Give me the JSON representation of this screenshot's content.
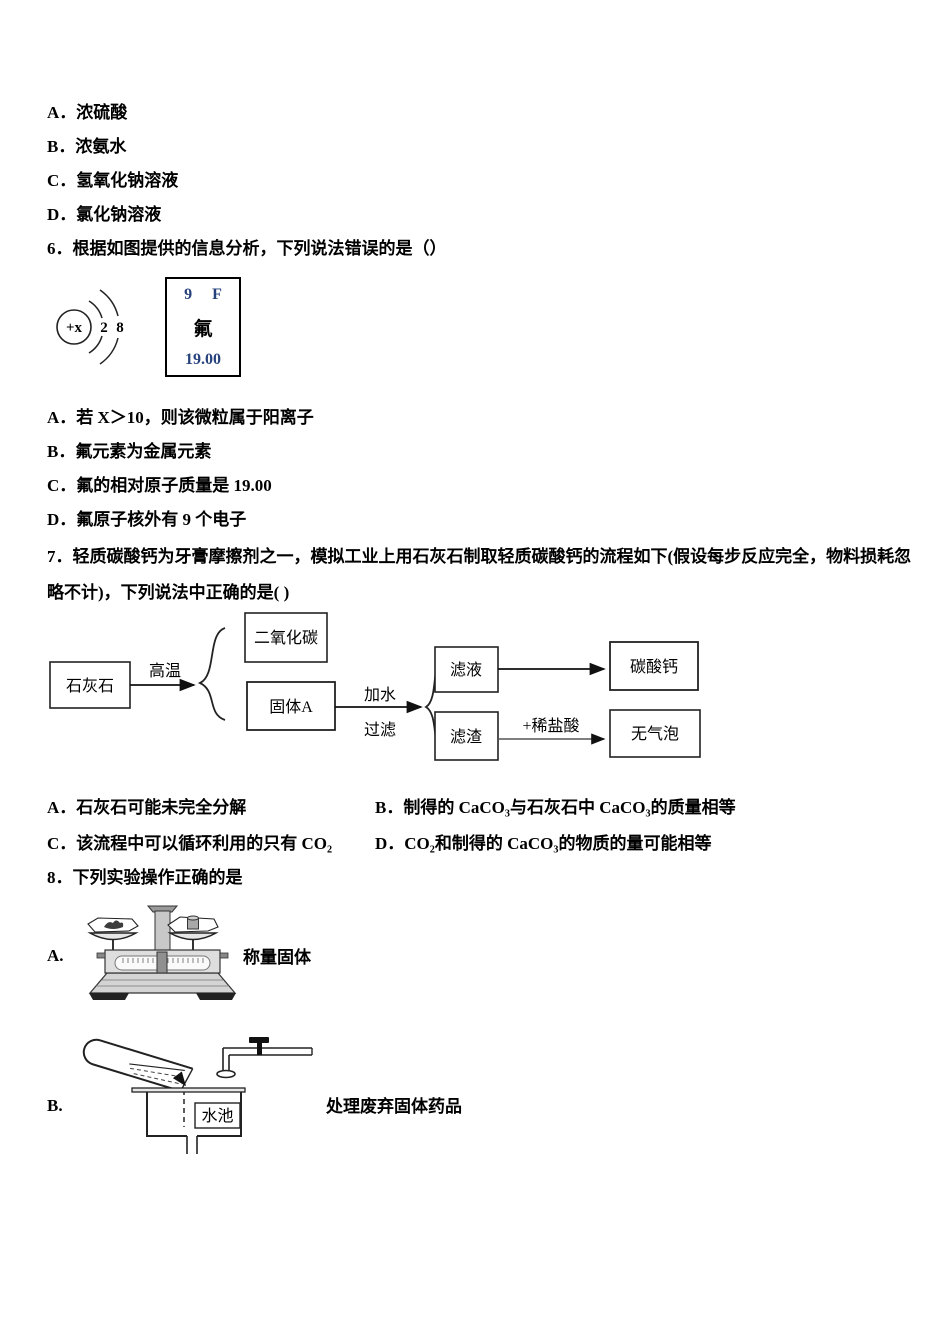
{
  "colors": {
    "ink": "#000000",
    "element_text": "#26427c",
    "diagram_line": "#333333"
  },
  "q5_options": [
    "A．浓硫酸",
    "B．浓氨水",
    "C．氢氧化钠溶液",
    "D．氯化钠溶液"
  ],
  "q6": {
    "stem": "6．根据如图提供的信息分析，下列说法错误的是（）",
    "atom": {
      "nucleus": "+x",
      "shell_inner": "2",
      "shell_outer": "8"
    },
    "element_cell": {
      "number": "9",
      "symbol": "F",
      "name": "氟",
      "mass": "19.00"
    },
    "options": [
      "A．若 X＞10，则该微粒属于阳离子",
      "B．氟元素为金属元素",
      "C．氟的相对原子质量是 19.00",
      "D．氟原子核外有 9 个电子"
    ]
  },
  "q7": {
    "stem_line1": "7．轻质碳酸钙为牙膏摩擦剂之一，模拟工业上用石灰石制取轻质碳酸钙的流程如下(假设每步反应完全，物料损耗忽",
    "stem_line2": "略不计)，下列说法中正确的是(  )",
    "flow": {
      "limestone": "石灰石",
      "high_temp": "高温",
      "co2": "二氧化碳",
      "solid_a": "固体A",
      "add_water": "加水",
      "filter": "过滤",
      "filtrate": "滤液",
      "residue": "滤渣",
      "caco3": "碳酸钙",
      "hcl": "+稀盐酸",
      "no_bubble": "无气泡"
    },
    "options": [
      "A．石灰石可能未完全分解",
      "B．制得的 CaCO₃与石灰石中 CaCO₃的质量相等",
      "C．该流程中可以循环利用的只有 CO₂",
      "D．CO₂和制得的 CaCO₃的物质的量可能相等"
    ]
  },
  "q8": {
    "stem": "8．下列实验操作正确的是",
    "option_a": {
      "letter": "A.",
      "caption": "称量固体"
    },
    "option_b": {
      "letter": "B.",
      "caption": "处理废弃固体药品",
      "sink_label": "水池"
    }
  }
}
